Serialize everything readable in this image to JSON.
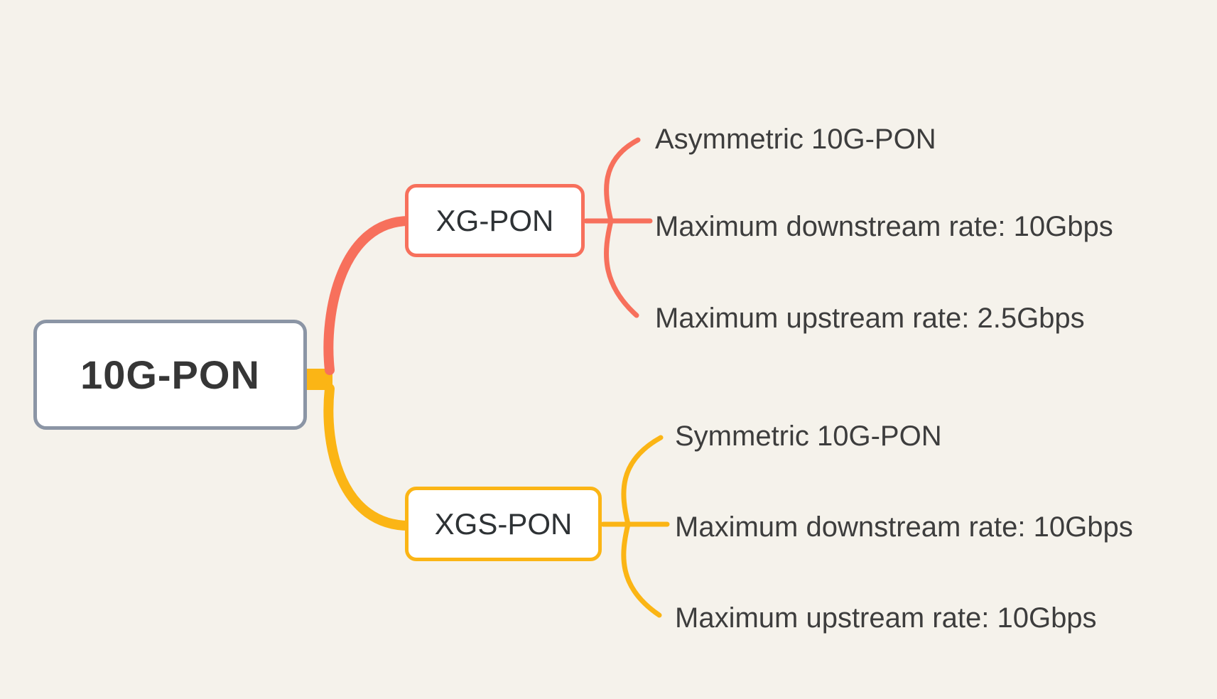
{
  "canvas": {
    "background_color": "#f5f2eb"
  },
  "mindmap": {
    "root": {
      "label": "10G-PON",
      "border_color": "#8b95a5"
    },
    "branches": [
      {
        "label": "XG-PON",
        "color": "#f7705c",
        "children": [
          {
            "label": "Asymmetric 10G-PON"
          },
          {
            "label": "Maximum downstream rate: 10Gbps"
          },
          {
            "label": "Maximum upstream rate: 2.5Gbps"
          }
        ]
      },
      {
        "label": "XGS-PON",
        "color": "#fbb515",
        "children": [
          {
            "label": "Symmetric 10G-PON"
          },
          {
            "label": "Maximum downstream rate: 10Gbps"
          },
          {
            "label": "Maximum upstream rate: 10Gbps"
          }
        ]
      }
    ]
  }
}
